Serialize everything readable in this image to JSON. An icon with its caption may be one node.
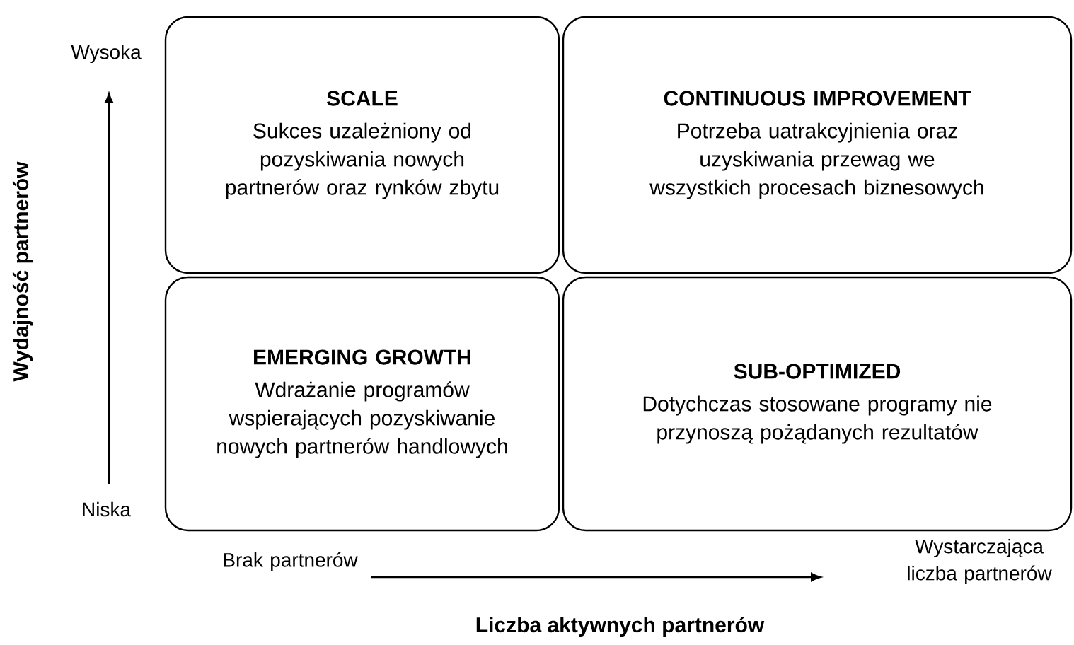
{
  "diagram": {
    "nodes": [
      {
        "text": [
          "SCALE",
          "Sukces uzależniony od pozyskiwania nowych partnerów oraz rynków zbytu"
        ]
      },
      {
        "text": [
          "CONTINUOUS IMPROVEMENT",
          "Potrzeba uatrakcyjnienia oraz uzyskiwania przewag we wszystkich procesach biznesowych"
        ]
      },
      {
        "text": [
          "EMERGING GROWTH",
          "Wdrażanie programów wspierających pozyskiwanie nowych partnerów handlowych"
        ]
      },
      {
        "text": [
          "SUB-OPTIMIZED",
          "Dotychczas stosowane programy nie przynoszą pożądanych rezultatów"
        ]
      }
    ],
    "edges": [],
    "labels": [
      "Wysoka",
      "Wydajność partnerów",
      "Niska",
      "Brak partnerów",
      "Wystarczająca liczba partnerów",
      "Liczba aktywnych partnerów"
    ]
  }
}
